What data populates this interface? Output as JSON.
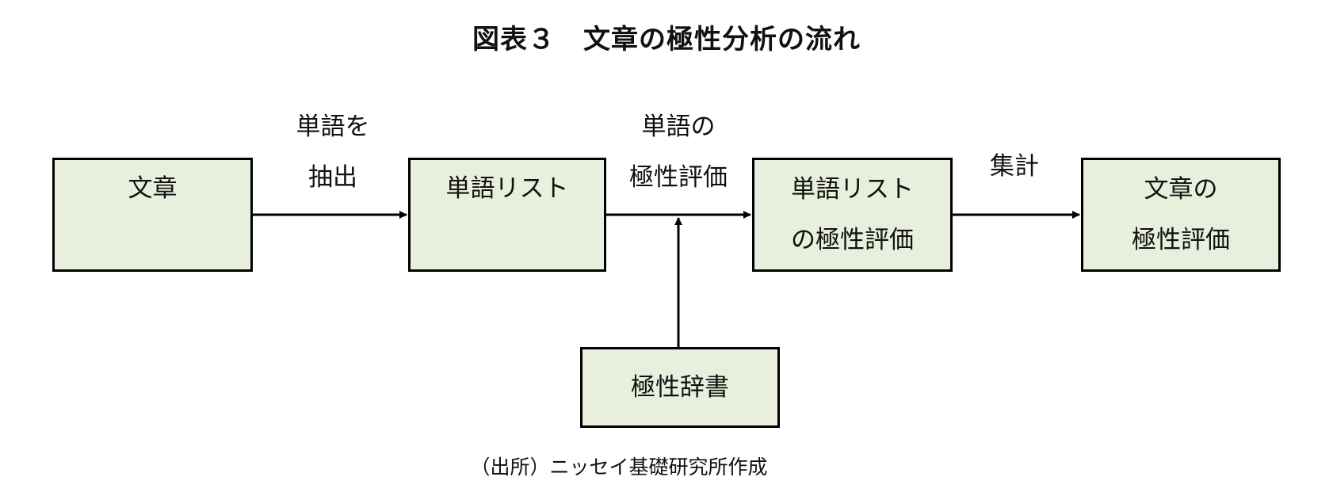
{
  "title": "図表３　文章の極性分析の流れ",
  "nodes": {
    "document": "文章",
    "word_list": "単語リスト",
    "word_list_polarity": [
      "単語リスト",
      "の極性評価"
    ],
    "document_polarity": [
      "文章の",
      "極性評価"
    ],
    "polarity_dictionary": "極性辞書"
  },
  "edge_labels": {
    "extract": [
      "単語を",
      "抽出"
    ],
    "evaluate": [
      "単語の",
      "極性評価"
    ],
    "aggregate": "集計"
  },
  "source_note": "（出所）ニッセイ基礎研究所作成",
  "colors": {
    "box_fill": "#e8efdc",
    "stroke": "#000000"
  }
}
